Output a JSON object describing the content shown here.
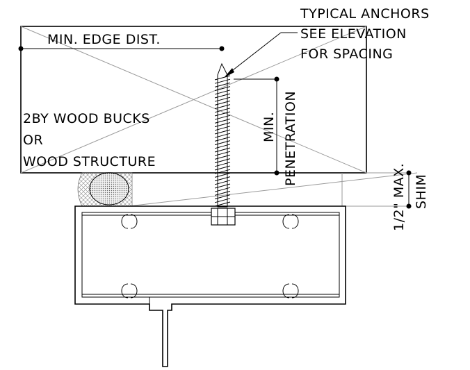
{
  "labels": {
    "edge_distance": "MIN. EDGE DIST.",
    "anchors_line1": "TYPICAL ANCHORS",
    "anchors_line2": "SEE ELEVATION",
    "anchors_line3": "FOR SPACING",
    "wood_line1": "2BY WOOD BUCKS",
    "wood_line2": "OR",
    "wood_line3": "WOOD STRUCTURE",
    "penetration_line1": "MIN.",
    "penetration_line2": "PENETRATION",
    "shim_line1": "1/2\" MAX.",
    "shim_line2": "SHIM"
  },
  "colors": {
    "line": "#000000",
    "construction_line": "#9a9a9a",
    "sealant_fill": "#d8d8d8"
  }
}
